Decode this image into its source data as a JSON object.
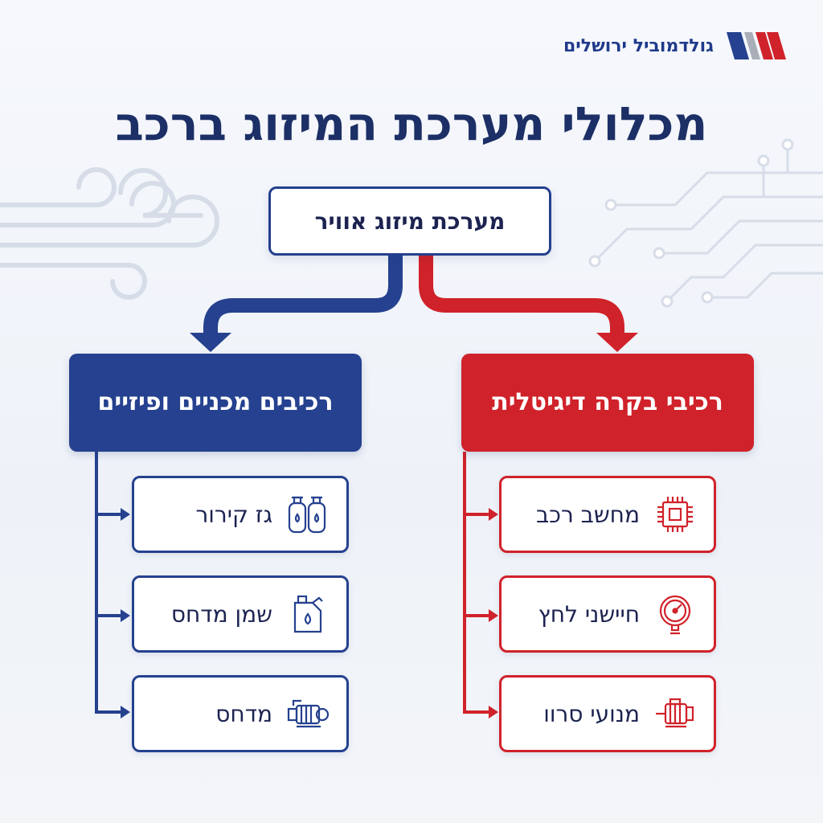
{
  "brand": {
    "name": "גולדמוביל ירושלים",
    "colors": {
      "blue": "#25418f",
      "red": "#d0222a",
      "gray": "#a9aeb8"
    }
  },
  "title": "מכלולי מערכת המיזוג ברכב",
  "root": {
    "label": "מערכת מיזוג אוויר"
  },
  "categories": [
    {
      "id": "mechanical",
      "label": "רכיבים מכניים ופיזיים",
      "color": "#25418f",
      "items": [
        {
          "label": "גז קירור",
          "icon": "gas-cylinders-icon"
        },
        {
          "label": "שמן מדחס",
          "icon": "oil-canister-icon"
        },
        {
          "label": "מדחס",
          "icon": "compressor-icon"
        }
      ]
    },
    {
      "id": "digital",
      "label": "רכיבי בקרה דיגיטלית",
      "color": "#d0222a",
      "items": [
        {
          "label": "מחשב רכב",
          "icon": "microchip-icon"
        },
        {
          "label": "חיישני לחץ",
          "icon": "pressure-gauge-icon"
        },
        {
          "label": "מנועי סרוו",
          "icon": "electric-motor-icon"
        }
      ]
    }
  ]
}
